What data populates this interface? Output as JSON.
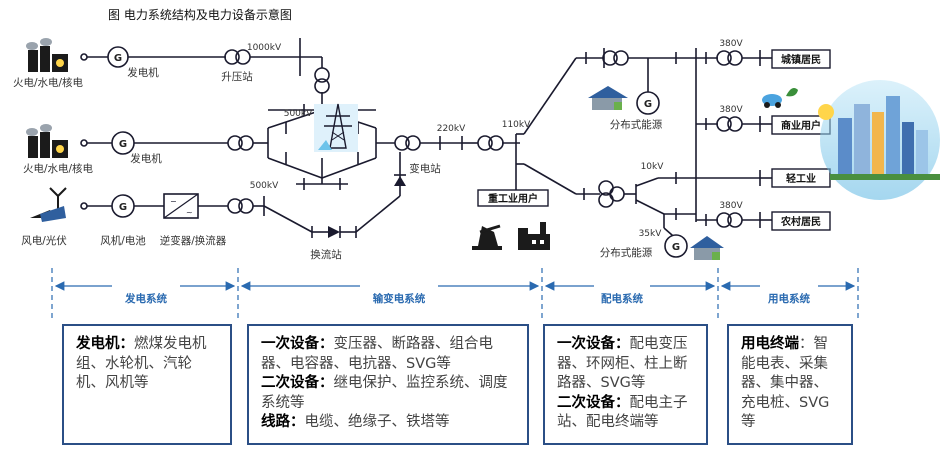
{
  "title": "图  电力系统结构及电力设备示意图",
  "sources": {
    "thermal_1": "火电/水电/核电",
    "thermal_2": "火电/水电/核电",
    "renewable": "风电/光伏"
  },
  "equipment_labels": {
    "generator_1": "发电机",
    "step_up_station": "升压站",
    "generator_2": "发电机",
    "wind_battery": "风机/电池",
    "inverter": "逆变器/换流器",
    "converter_station": "换流站",
    "substation": "变电站",
    "heavy_industry": "重工业用户",
    "distributed_1": "分布式能源",
    "distributed_2": "分布式能源"
  },
  "generator_symbol": "G",
  "voltages": {
    "v1000": "1000kV",
    "v500_a": "500kV",
    "v500_b": "500kV",
    "v220": "220kV",
    "v110": "110kV",
    "v380_a": "380V",
    "v380_b": "380V",
    "v380_c": "380V",
    "v10": "10kV",
    "v35": "35kV"
  },
  "users": {
    "urban": "城镇居民",
    "commercial": "商业用户",
    "light_industry": "轻工业",
    "rural": "农村居民"
  },
  "sections": {
    "generation": "发电系统",
    "transmission": "输变电系统",
    "distribution": "配电系统",
    "consumption": "用电系统"
  },
  "cards": {
    "generation": {
      "head": "发电机",
      "sep": "：",
      "body": "燃煤发电机组、水轮机、汽轮机、风机等"
    },
    "transmission": {
      "primary_head": "一次设备",
      "sep1": "：",
      "primary_body": "变压器、断路器、组合电器、电容器、电抗器、SVG等",
      "secondary_head": "二次设备",
      "sep2": "：",
      "secondary_body": "继电保护、监控系统、调度系统等",
      "line_head": "线路",
      "sep3": "：",
      "line_body": "电缆、绝缘子、铁塔等"
    },
    "distribution": {
      "primary_head": "一次设备",
      "sep1": "：",
      "primary_body": "配电变压器、环网柜、柱上断路器、SVG等",
      "secondary_head": "二次设备",
      "sep2": "：",
      "secondary_body": "配电主子站、配电终端等"
    },
    "consumption": {
      "head": "用电终端",
      "sep": "：",
      "body": "智能电表、采集器、集中器、充电桩、SVG等"
    }
  },
  "colors": {
    "line": "#1a1a2e",
    "accent_blue": "#2a6ab0",
    "card_border": "#2b4f86",
    "sky_blue": "#6cc3ea"
  }
}
